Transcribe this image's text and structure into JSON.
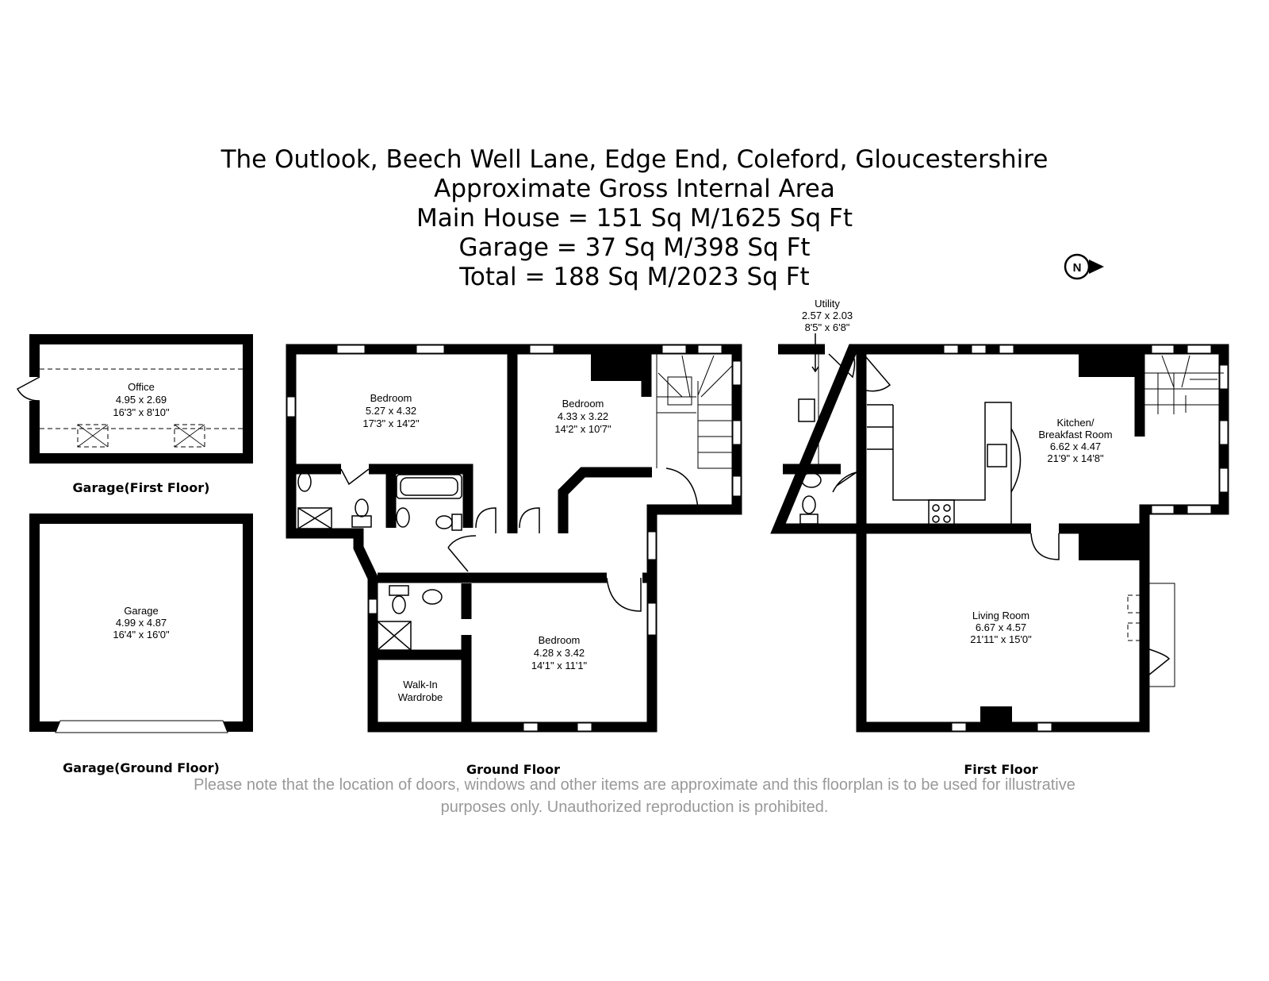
{
  "header": {
    "lines": [
      "The Outlook, Beech Well Lane, Edge End, Coleford, Gloucestershire",
      "Approximate Gross Internal Area",
      "Main House = 151 Sq M/1625 Sq Ft",
      "Garage = 37 Sq M/398 Sq Ft",
      "Total = 188 Sq M/2023 Sq Ft"
    ]
  },
  "compass": {
    "label": "N",
    "icon": "north-arrow-icon"
  },
  "floors": {
    "garage_first": "Garage(First Floor)",
    "garage_ground": "Garage(Ground Floor)",
    "ground": "Ground Floor",
    "first": "First Floor"
  },
  "rooms": {
    "office": {
      "name": "Office",
      "metric": "4.95 x 2.69",
      "imperial": "16'3\" x 8'10\""
    },
    "garage": {
      "name": "Garage",
      "metric": "4.99 x 4.87",
      "imperial": "16'4\" x 16'0\""
    },
    "bedroom1": {
      "name": "Bedroom",
      "metric": "5.27 x 4.32",
      "imperial": "17'3\" x 14'2\""
    },
    "bedroom2": {
      "name": "Bedroom",
      "metric": "4.33 x 3.22",
      "imperial": "14'2\" x 10'7\""
    },
    "bedroom3": {
      "name": "Bedroom",
      "metric": "4.28 x 3.42",
      "imperial": "14'1\" x 11'1\""
    },
    "wardrobe": {
      "name1": "Walk-In",
      "name2": "Wardrobe"
    },
    "utility": {
      "name": "Utility",
      "metric": "2.57 x 2.03",
      "imperial": "8'5\" x 6'8\""
    },
    "kitchen": {
      "name1": "Kitchen/",
      "name2": "Breakfast Room",
      "metric": "6.62 x 4.47",
      "imperial": "21'9\" x 14'8\""
    },
    "living": {
      "name": "Living Room",
      "metric": "6.67 x 4.57",
      "imperial": "21'11\" x 15'0\""
    }
  },
  "disclaimer": {
    "line1": "Please note that the location of doors, windows and other items are approximate and this floorplan is to be used for illustrative",
    "line2": "purposes only. Unauthorized reproduction is prohibited."
  }
}
